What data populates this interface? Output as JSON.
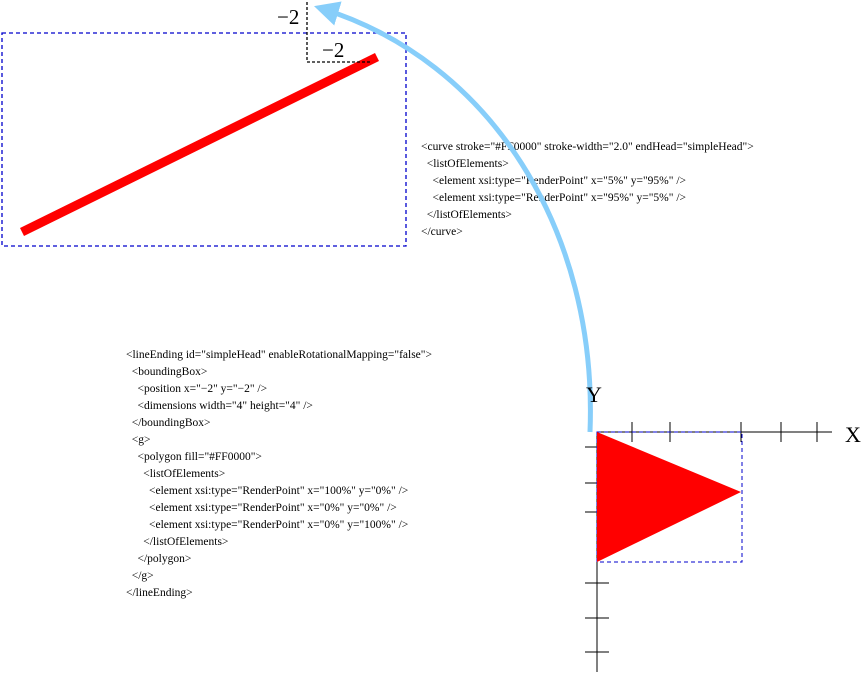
{
  "labels": {
    "offset_x": "−2",
    "offset_y": "−2",
    "axis_x": "X",
    "axis_y": "Y"
  },
  "curve_xml": [
    "<curve stroke=\"#FF0000\" stroke-width=\"2.0\" endHead=\"simpleHead\">",
    "  <listOfElements>",
    "    <element xsi:type=\"RenderPoint\" x=\"5%\" y=\"95%\" />",
    "    <element xsi:type=\"RenderPoint\" x=\"95%\" y=\"5%\" />",
    "  </listOfElements>",
    "</curve>"
  ],
  "lineending_xml": [
    "<lineEnding id=\"simpleHead\" enableRotationalMapping=\"false\">",
    "  <boundingBox>",
    "    <position x=\"−2\" y=\"−2\" />",
    "    <dimensions width=\"4\" height=\"4\" />",
    "  </boundingBox>",
    "  <g>",
    "    <polygon fill=\"#FF0000\">",
    "      <listOfElements>",
    "        <element xsi:type=\"RenderPoint\" x=\"100%\" y=\"0%\" />",
    "        <element xsi:type=\"RenderPoint\" x=\"0%\" y=\"0%\" />",
    "        <element xsi:type=\"RenderPoint\" x=\"0%\" y=\"100%\" />",
    "      </listOfElements>",
    "    </polygon>",
    "  </g>",
    "</lineEnding>"
  ],
  "colors": {
    "red": "#FF0000",
    "bbox_blue": "#0000CC",
    "arrow_blue": "#87CEFA"
  }
}
